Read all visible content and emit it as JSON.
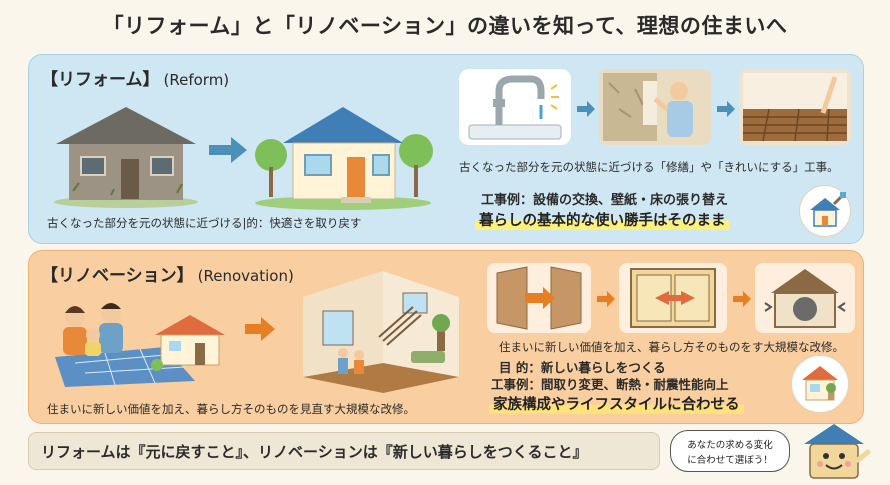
{
  "title": "「リフォーム」と「リノベーション」の違いを知って、理想の住まいへ",
  "reform": {
    "heading_jp": "【リフォーム】",
    "heading_en": "(Reform)",
    "caption_left": "古くなった部分を元の状態に近づける|的：快適さを取り戻す",
    "caption_right": "古くなった部分を元の状態に近づける「修繕」や「きれいにする」工事。",
    "examples": "工事例：設備の交換、壁紙・床の張り替え",
    "emphasis": "暮らしの基本的な使い勝手はそのまま"
  },
  "renovation": {
    "heading_jp": "【リノベーション】",
    "heading_en": "(Renovation)",
    "caption_left": "住まいに新しい価値を加え、暮らし方そのものを見直す大規模な改修。",
    "caption_right": "住まいに新しい価値を加え、暮らし方そのものをす大規模な改修。",
    "purpose": "目 的：新しい暮らしをつくる",
    "examples": "工事例：間取り変更、断熱・耐震性能向上",
    "emphasis": "家族構成やライフスタイルに合わせる"
  },
  "summary": "リフォームは『元に戻すこと』、リノベーションは『新しい暮らしをつくること』",
  "bubble": {
    "line1": "あなたの求める変化",
    "line2": "に合わせて選ぼう！"
  },
  "colors": {
    "reform_panel": "#cfe7f3",
    "renovation_panel": "#f9cfa1",
    "reform_arrow": "#4a90b8",
    "renovation_arrow": "#e67e22"
  },
  "icons": [
    "house-brush-icon",
    "house-plant-icon",
    "mascot-house-icon"
  ]
}
